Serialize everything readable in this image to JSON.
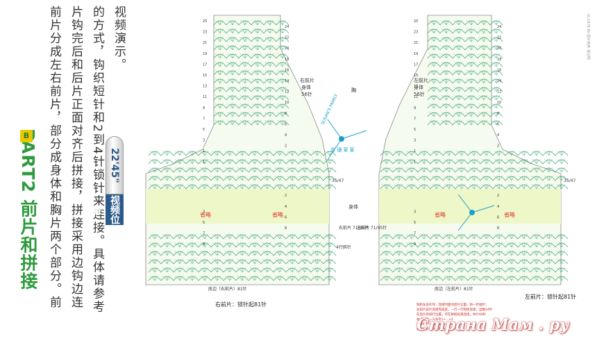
{
  "title": {
    "text": "PART2 前片和拼接",
    "badge": "B"
  },
  "body_text": {
    "col1": "前片分成左右前片，部分成身体和胸片两个部分。前",
    "col2": "片钩完后和后片正面对齐后拼接，拼接采用边钩边连",
    "col3": "的方式，钩织短针和2到4针锁针来连接。具体请参考",
    "col4": "视频演示。"
  },
  "video": {
    "time": "22'45\"",
    "label": "视频位置"
  },
  "right_panel": {
    "section": "右前片",
    "body_label": "身体",
    "body_count": "56针",
    "chest_label": "胸",
    "ellipsis_left": "省略",
    "ellipsis_right": "省略",
    "mid_body": "身体",
    "stitch_note": "右前片\n71/95针",
    "row_note": "4行斜针",
    "bottom_label": "底边（右前片）81针",
    "footer": "右前片：锁针起81针",
    "side_mark": "35/47"
  },
  "left_panel": {
    "section": "左前片",
    "body_label": "身体",
    "body_count": "56针",
    "stitch_note": "左前片\n71/95针",
    "bottom_label": "底边（左前片）81针",
    "footer": "左前片：锁针起81针",
    "side_mark": "35/47"
  },
  "row_numbers_right": [
    "25",
    "23",
    "21",
    "19",
    "17",
    "15",
    "13",
    "11",
    "9",
    "7",
    "5",
    "3",
    "1",
    "1",
    "3",
    "5",
    "7",
    "9"
  ],
  "row_numbers_center": [
    "24",
    "22",
    "20",
    "18",
    "16",
    "14",
    "12",
    "10",
    "8",
    "6",
    "4",
    "2",
    "2",
    "4",
    "6",
    "8"
  ],
  "row_numbers_left_panel": [
    "25",
    "23",
    "21",
    "19",
    "17",
    "15",
    "13",
    "11",
    "9",
    "7",
    "5",
    "3",
    "1",
    "1",
    "3",
    "5",
    "7",
    "9"
  ],
  "row_numbers_far_right": [
    "24",
    "22",
    "20",
    "18",
    "16",
    "14",
    "12",
    "10",
    "8",
    "6",
    "4",
    "2",
    "2",
    "4",
    "6",
    "8"
  ],
  "stamp": {
    "line1": "SUSAN'S FAMILY",
    "line2": "苏 珊 家 家"
  },
  "notes_lines": [
    "钩织左前片时，连接时面对后片正面，钩一针短针；",
    "左前片前片连接完成后，一行一行钩织连接，边数24针",
    "在后片的斜行位置，可在拼接处来连接，共计49针",
    "右 46 针 =3(长针)+...×2",
    "左 46 针 =3(长针)+...×3",
    "右 29 针 =3(长针)+...×2"
  ],
  "watermark": "Страна Мам . ру",
  "credit_side": "ID:1978.80 图片转用 请注明",
  "colors": {
    "title": "#2e9a3e",
    "crochet_green": "#3aa56e",
    "crochet_blue": "#2d6fb5",
    "band": "#eef7c8",
    "ellipsis": "#e03030",
    "stamp": "#1aa0c8"
  }
}
